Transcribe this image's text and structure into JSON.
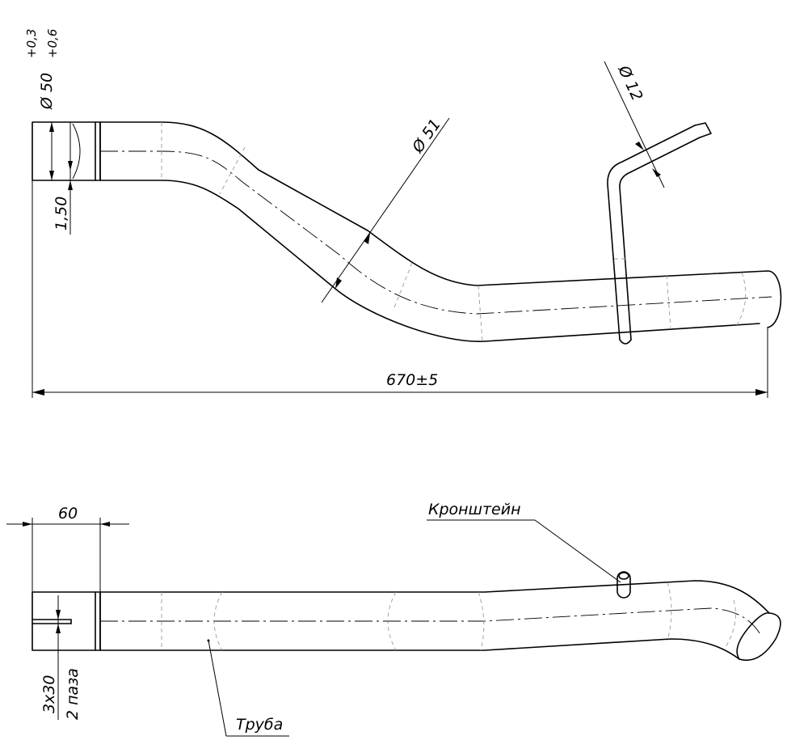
{
  "top_view": {
    "dia_outer": "Ø 50",
    "tol_upper": "+0,3",
    "tol_lower": "+0,6",
    "wall": "1,50",
    "dia_tube": "Ø 51",
    "dia_bracket": "Ø 12",
    "length": "670±5"
  },
  "bottom_view": {
    "slot_len": "60",
    "slot_size": "3x30",
    "slot_count": "2 паза",
    "bracket_label": "Кронштейн",
    "tube_label": "Труба"
  }
}
